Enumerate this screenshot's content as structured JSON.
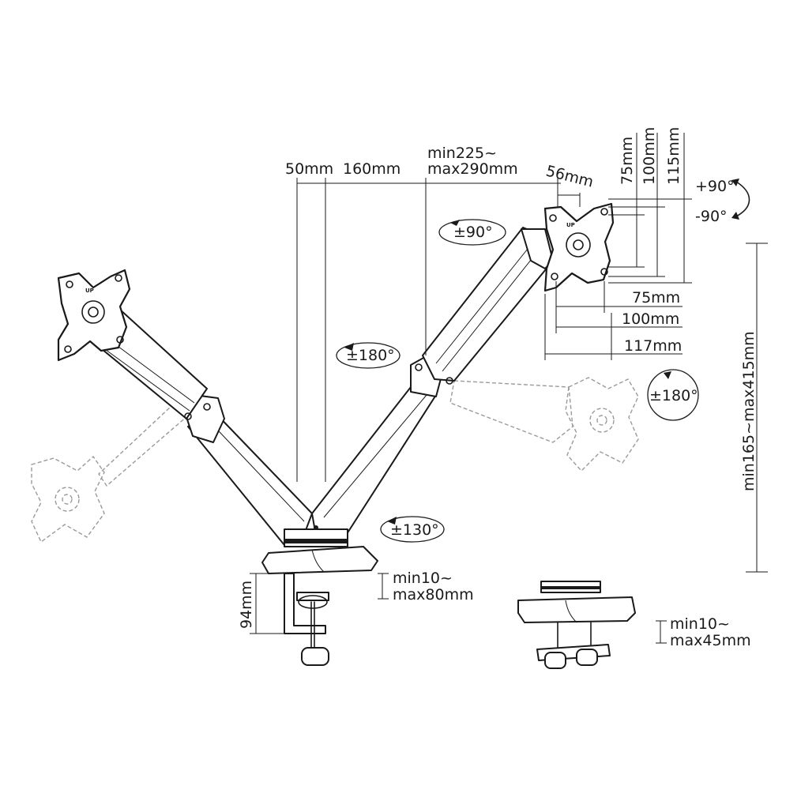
{
  "dimensions": {
    "arm_offset_a": "50mm",
    "arm_offset_b": "160mm",
    "arm_length_line1": "min225~",
    "arm_length_line2": "max290mm",
    "plate_depth": "56mm",
    "vesa_v75": "75mm",
    "vesa_v100": "100mm",
    "vesa_v115": "115mm",
    "vesa_h75": "75mm",
    "vesa_h100": "100mm",
    "vesa_h117": "117mm",
    "height_range": "min165~max415mm",
    "clamp_height": "94mm",
    "clamp_range_line1": "min10~",
    "clamp_range_line2": "max80mm",
    "grommet_range_line1": "min10~",
    "grommet_range_line2": "max45mm"
  },
  "rotations": {
    "tilt_up": "+90°",
    "tilt_down": "-90°",
    "swivel_plate": "±90°",
    "swivel_forearm": "±180°",
    "rotation_monitor": "±180°",
    "swivel_base": "±130°"
  },
  "labels": {
    "up_mark": "UP"
  }
}
